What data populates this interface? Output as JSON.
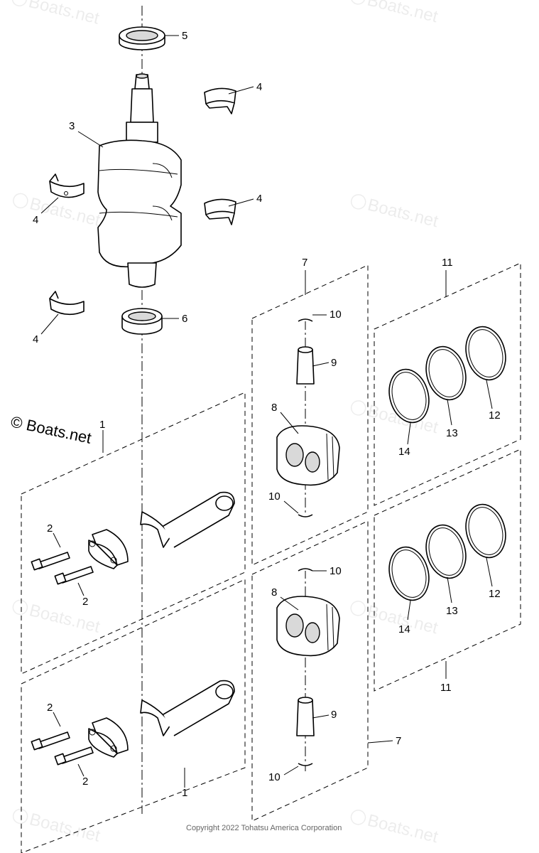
{
  "callouts": {
    "c1a": "1",
    "c1b": "1",
    "c2a": "2",
    "c2b": "2",
    "c2c": "2",
    "c2d": "2",
    "c3": "3",
    "c4a": "4",
    "c4b": "4",
    "c4c": "4",
    "c4d": "4",
    "c5": "5",
    "c6": "6",
    "c7a": "7",
    "c7b": "7",
    "c8a": "8",
    "c8b": "8",
    "c9a": "9",
    "c9b": "9",
    "c10a": "10",
    "c10b": "10",
    "c10c": "10",
    "c10d": "10",
    "c11a": "11",
    "c11b": "11",
    "c12a": "12",
    "c12b": "12",
    "c13a": "13",
    "c13b": "13",
    "c14a": "14",
    "c14b": "14"
  },
  "watermark": {
    "text": "Boats.net",
    "brand": "© Boats.net"
  },
  "copyright": "Copyright 2022 Tohatsu America Corporation"
}
